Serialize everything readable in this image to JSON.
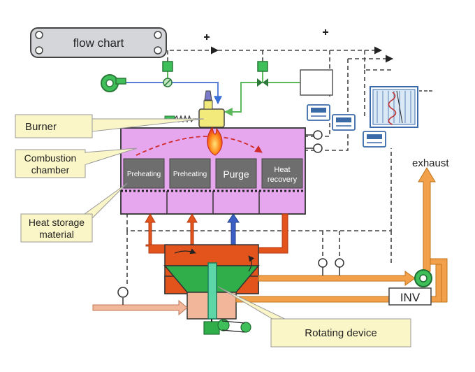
{
  "title_plate": {
    "text": "flow chart"
  },
  "callouts": {
    "burner": "Burner",
    "combustion_1": "Combustion",
    "combustion_2": "chamber",
    "heat_storage_1": "Heat storage",
    "heat_storage_2": "material",
    "rotating_device": "Rotating device"
  },
  "chamber_zones": [
    {
      "label": "Preheating"
    },
    {
      "label": "Preheating"
    },
    {
      "label": "Purge"
    },
    {
      "label_1": "Heat",
      "label_2": "recovery"
    }
  ],
  "exhaust": {
    "label": "exhaust"
  },
  "inverter": {
    "label": "INV"
  },
  "colors": {
    "chamber": "#e6a7ee",
    "hot_flow": "#e2541c",
    "cold_flow": "#3a5fc4",
    "exhaust_flow": "#f2a14a",
    "callout_fill": "#fbf6c8",
    "equipment_green": "#2fae4a",
    "zone_box": "#6e6e6e",
    "line_green": "#5bb85b"
  },
  "icons": [
    "plus-icon",
    "fan-icon",
    "valve-icon",
    "controller-icon",
    "flame-icon",
    "thermocouple-icon",
    "gear-motor-icon"
  ]
}
